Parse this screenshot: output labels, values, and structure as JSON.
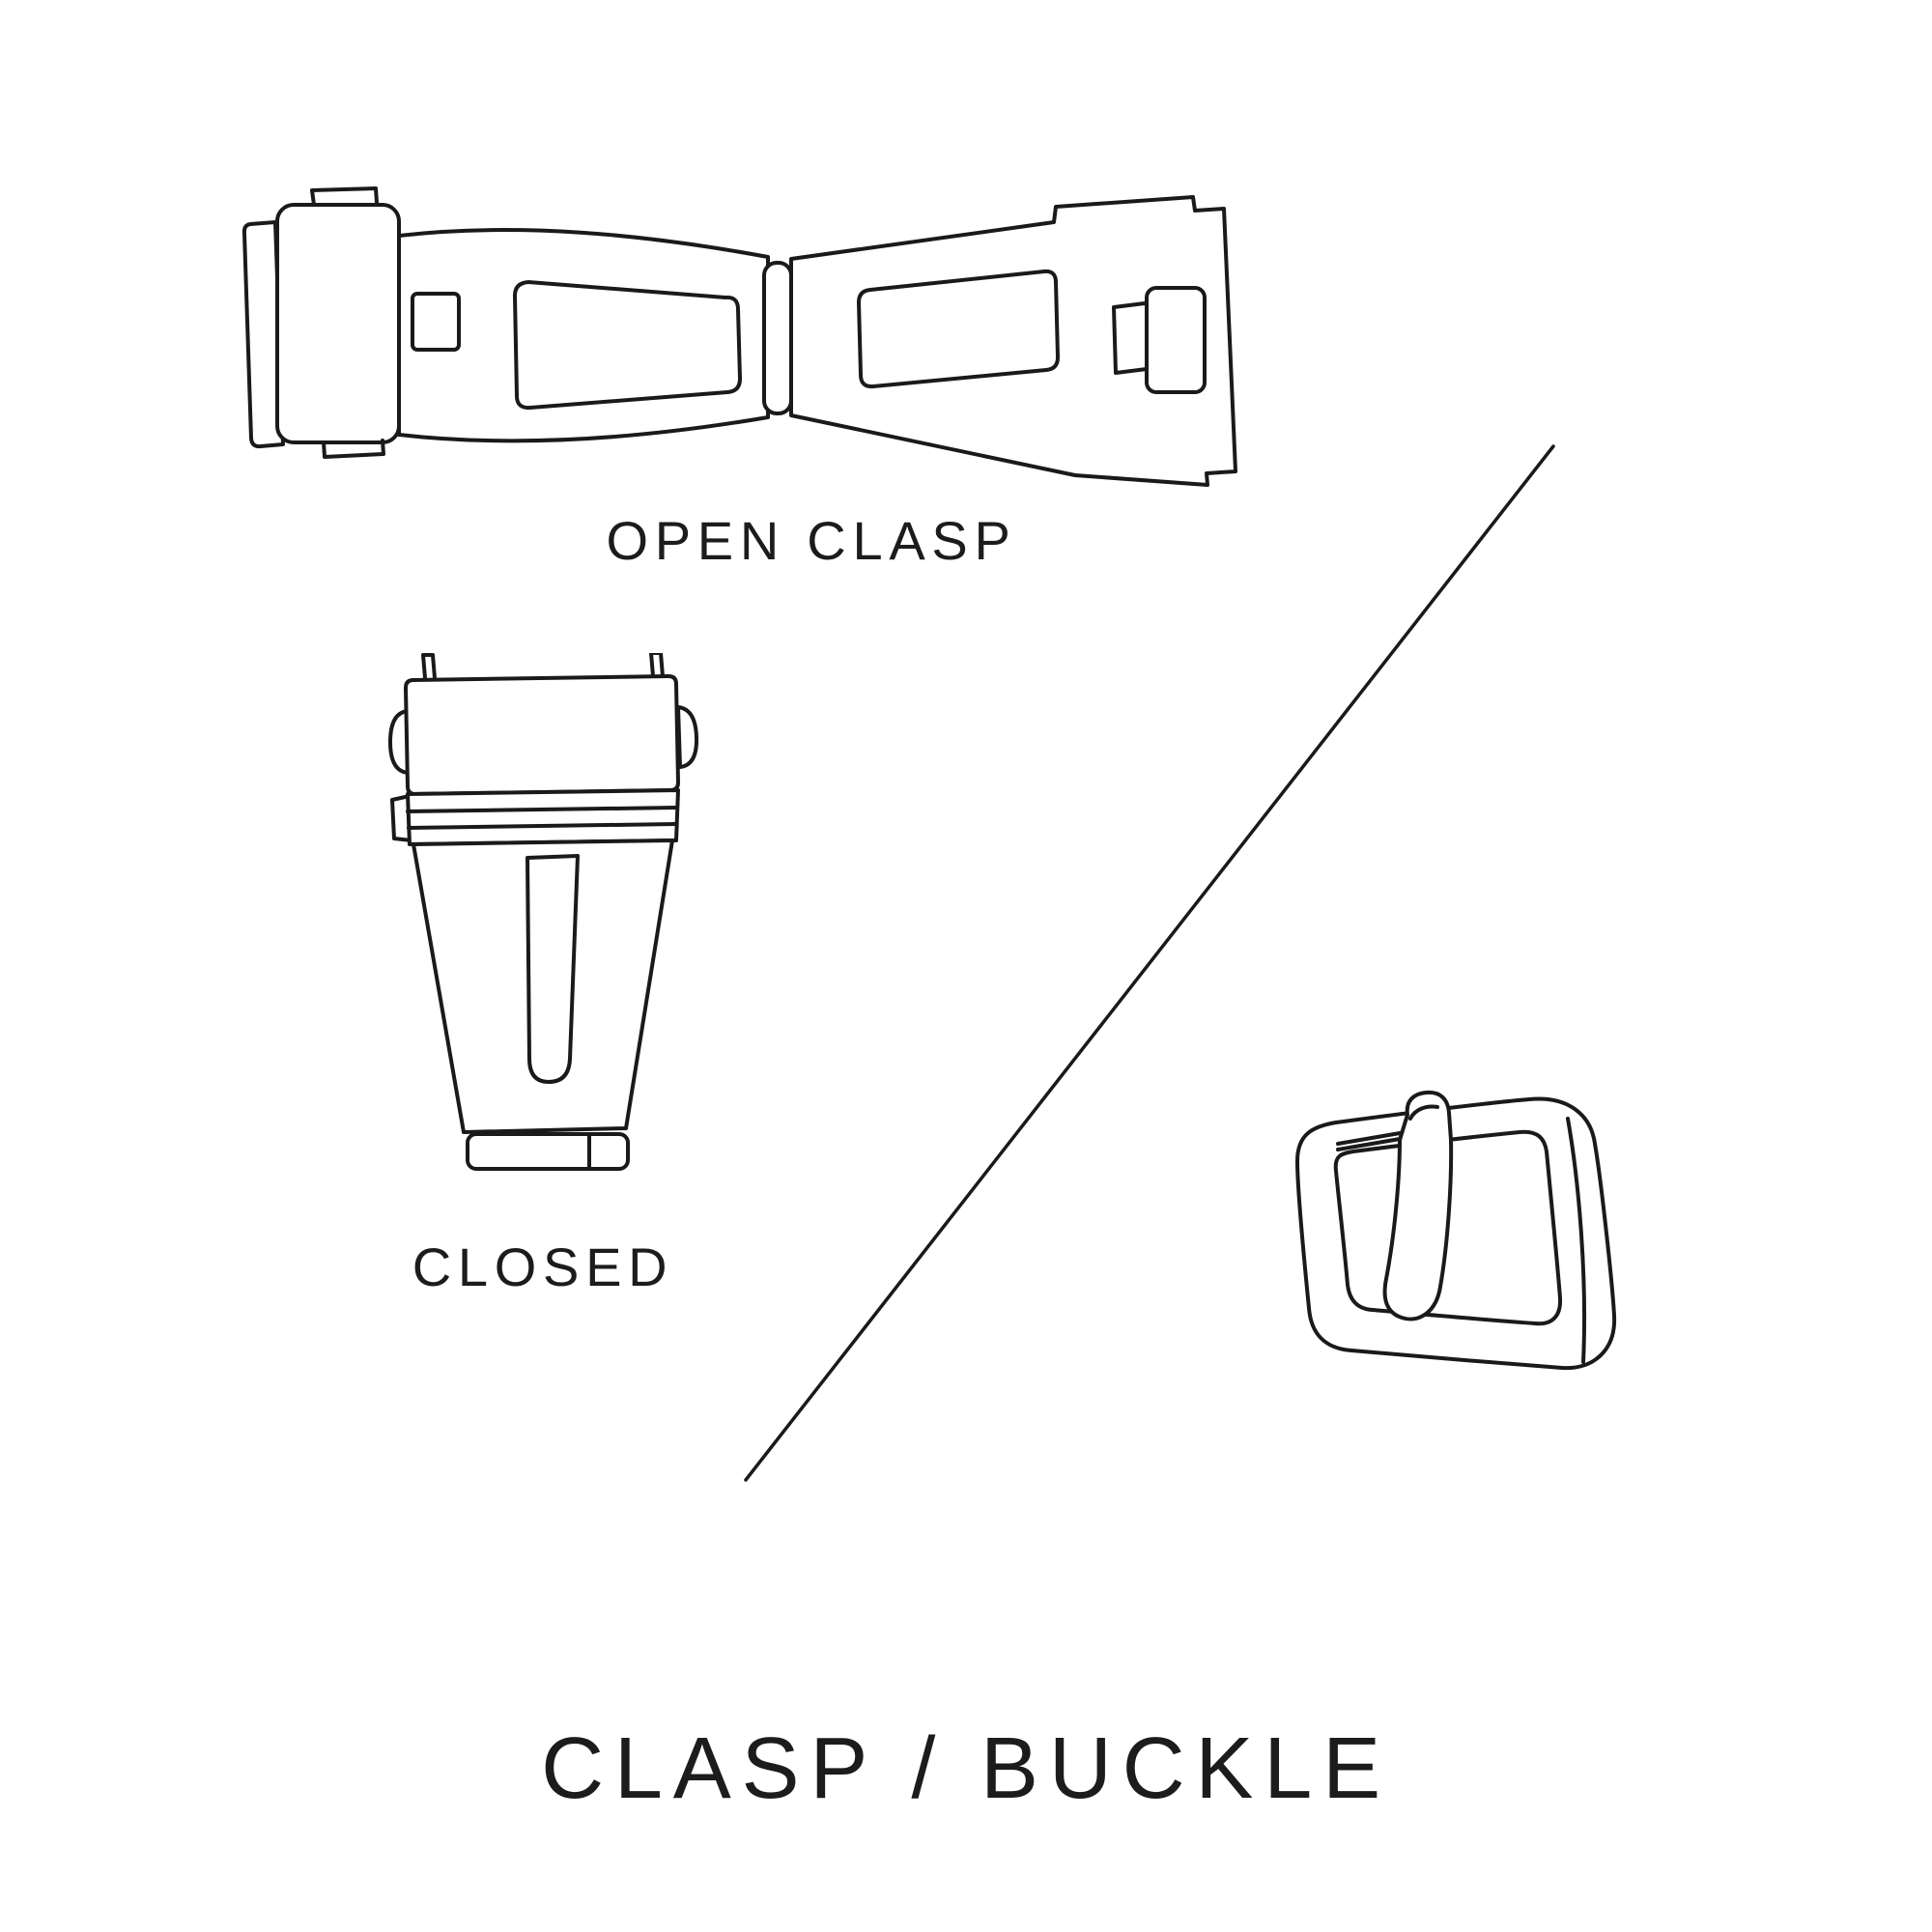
{
  "page": {
    "background_color": "#ffffff",
    "line_color": "#1a1a1a",
    "text_color": "#1c1c1c"
  },
  "diagram": {
    "title": "CLASP / BUCKLE",
    "labels": {
      "open_clasp": "OPEN CLASP",
      "closed": "CLOSED"
    },
    "illustrations": [
      {
        "name": "open-clasp-illustration",
        "description": "watch deployant clasp shown open, top view"
      },
      {
        "name": "closed-clasp-illustration",
        "description": "watch clasp shown closed"
      },
      {
        "name": "buckle-illustration",
        "description": "watch tang buckle with pin"
      }
    ],
    "separator": "diagonal-divider-line"
  }
}
